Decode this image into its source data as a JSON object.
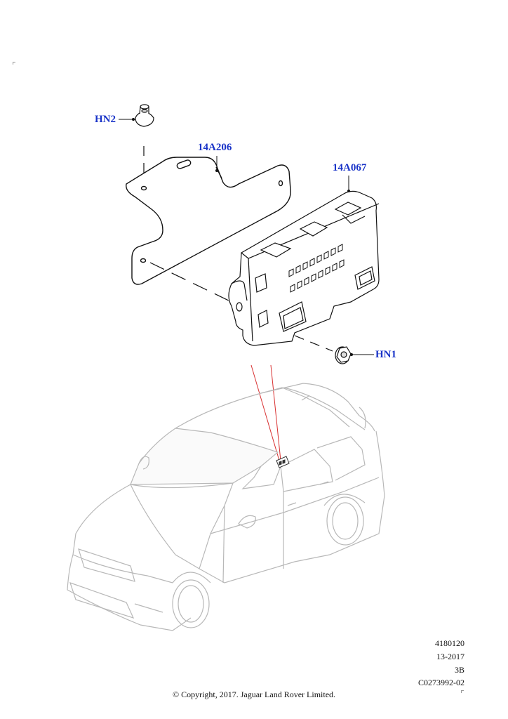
{
  "callouts": {
    "hn2": "HN2",
    "bracket": "14A206",
    "module": "14A067",
    "hn1": "HN1"
  },
  "meta": {
    "ref1": "4180120",
    "ref2": "13-2017",
    "ref3": "3B",
    "ref4": "C0273992-02"
  },
  "copyright": "© Copyright, 2017. Jaguar Land Rover Limited.",
  "colors": {
    "callout": "#1a34c8",
    "line": "#111111",
    "vehicle": "#b8b8b8",
    "leader": "#d83030"
  }
}
